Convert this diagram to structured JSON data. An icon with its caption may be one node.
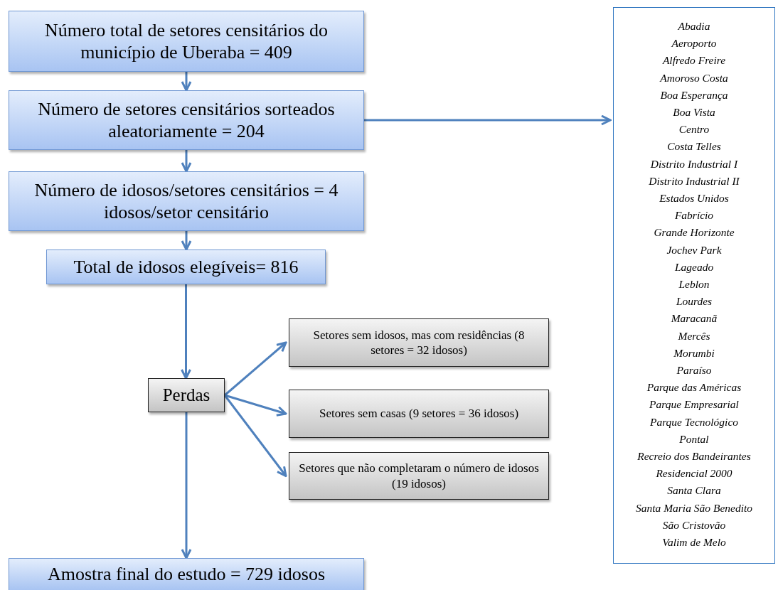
{
  "diagram": {
    "nodes": [
      {
        "text": [
          "Número total de setores censitários do município de Uberaba = 409"
        ]
      },
      {
        "text": [
          "Número de setores censitários sorteados aleatoriamente = 204"
        ]
      },
      {
        "text": [
          "Número de idosos/setores censitários = 4 idosos/setor censitário"
        ]
      },
      {
        "text": [
          "Total de idosos elegíveis= 816"
        ]
      },
      {
        "text": [
          "Perdas"
        ]
      },
      {
        "text": [
          "Setores sem idosos, mas com residências (8 setores = 32 idosos)"
        ]
      },
      {
        "text": [
          "Setores sem casas (9 setores = 36 idosos)"
        ]
      },
      {
        "text": [
          "Setores que não completaram o número de idosos  (19 idosos)"
        ]
      },
      {
        "text": [
          "Amostra final do estudo = 729 idosos"
        ]
      },
      {
        "text": [
          "Abadia",
          "Aeroporto",
          "Alfredo Freire",
          "Amoroso Costa",
          "Boa Esperança",
          "Boa Vista",
          "Centro",
          "Costa Telles",
          "Distrito Industrial I",
          "Distrito Industrial II",
          "Estados Unidos",
          "Fabrício",
          "Grande Horizonte",
          "Jochev Park",
          "Lageado",
          "Leblon",
          "Lourdes",
          "Maracanã",
          "Mercês",
          "Morumbi",
          "Paraíso",
          "Parque das Américas",
          "Parque Empresarial",
          "Parque Tecnológico",
          "Pontal",
          "Recreio dos Bandeirantes",
          "Residencial 2000",
          "Santa Clara",
          "Santa Maria São Benedito",
          "São Cristovão",
          "Valim de Melo"
        ]
      }
    ],
    "edges": [
      {
        "from": 0,
        "to": 1,
        "arrow": "to"
      },
      {
        "from": 1,
        "to": 2,
        "arrow": "to"
      },
      {
        "from": 2,
        "to": 3,
        "arrow": "to"
      },
      {
        "from": 3,
        "to": 4,
        "arrow": "to"
      },
      {
        "from": 4,
        "to": 5,
        "arrow": "to"
      },
      {
        "from": 4,
        "to": 6,
        "arrow": "to"
      },
      {
        "from": 4,
        "to": 7,
        "arrow": "to"
      },
      {
        "from": 4,
        "to": 8,
        "arrow": "to"
      },
      {
        "from": 1,
        "to": 9,
        "arrow": "to"
      }
    ]
  }
}
